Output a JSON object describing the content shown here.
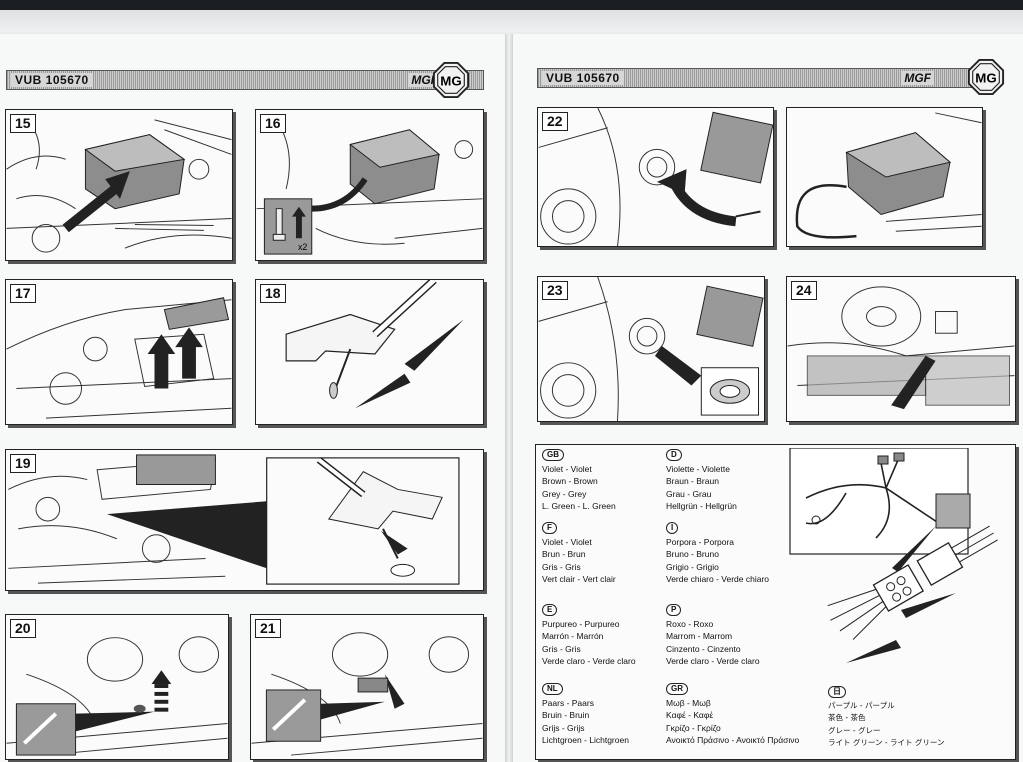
{
  "header": {
    "code": "VUB 105670",
    "brand": "MGF",
    "logo_text": "MG"
  },
  "panels": {
    "p15": "15",
    "p16": "16",
    "p17": "17",
    "p18": "18",
    "p19": "19",
    "p20": "20",
    "p21": "21",
    "p22": "22",
    "p23": "23",
    "p24": "24"
  },
  "callouts": {
    "bolt_qty": "x2"
  },
  "legend": {
    "gb": {
      "code": "GB",
      "rows": [
        "Violet - Violet",
        "Brown - Brown",
        "Grey - Grey",
        "L. Green - L. Green"
      ]
    },
    "d": {
      "code": "D",
      "rows": [
        "Violette - Violette",
        "Braun - Braun",
        "Grau - Grau",
        "Hellgrün - Hellgrün"
      ]
    },
    "f": {
      "code": "F",
      "rows": [
        "Violet - Violet",
        "Brun - Brun",
        "Gris - Gris",
        "Vert clair - Vert clair"
      ]
    },
    "i": {
      "code": "I",
      "rows": [
        "Porpora - Porpora",
        "Bruno - Bruno",
        "Grigio - Grigio",
        "Verde chiaro - Verde chiaro"
      ]
    },
    "e": {
      "code": "E",
      "rows": [
        "Purpureo - Purpureo",
        "Marrón - Marrón",
        "Gris - Gris",
        "Verde claro - Verde claro"
      ]
    },
    "p": {
      "code": "P",
      "rows": [
        "Roxo - Roxo",
        "Marrom - Marrom",
        "Cinzento - Cinzento",
        "Verde claro - Verde claro"
      ]
    },
    "nl": {
      "code": "NL",
      "rows": [
        "Paars - Paars",
        "Bruin - Bruin",
        "Grijs - Grijs",
        "Lichtgroen - Lichtgroen"
      ]
    },
    "gr": {
      "code": "GR",
      "rows": [
        "Μωβ - Μωβ",
        "Καφέ - Καφέ",
        "Γκρίζο - Γκρίζο",
        "Ανοικτό Πράσινο - Ανοικτό Πράσινο"
      ]
    },
    "jp": {
      "code": "日",
      "rows": [
        "パープル - パープル",
        "茶色 - 茶色",
        "グレー - グレー",
        "ライト グリーン - ライト グリーン"
      ]
    }
  }
}
